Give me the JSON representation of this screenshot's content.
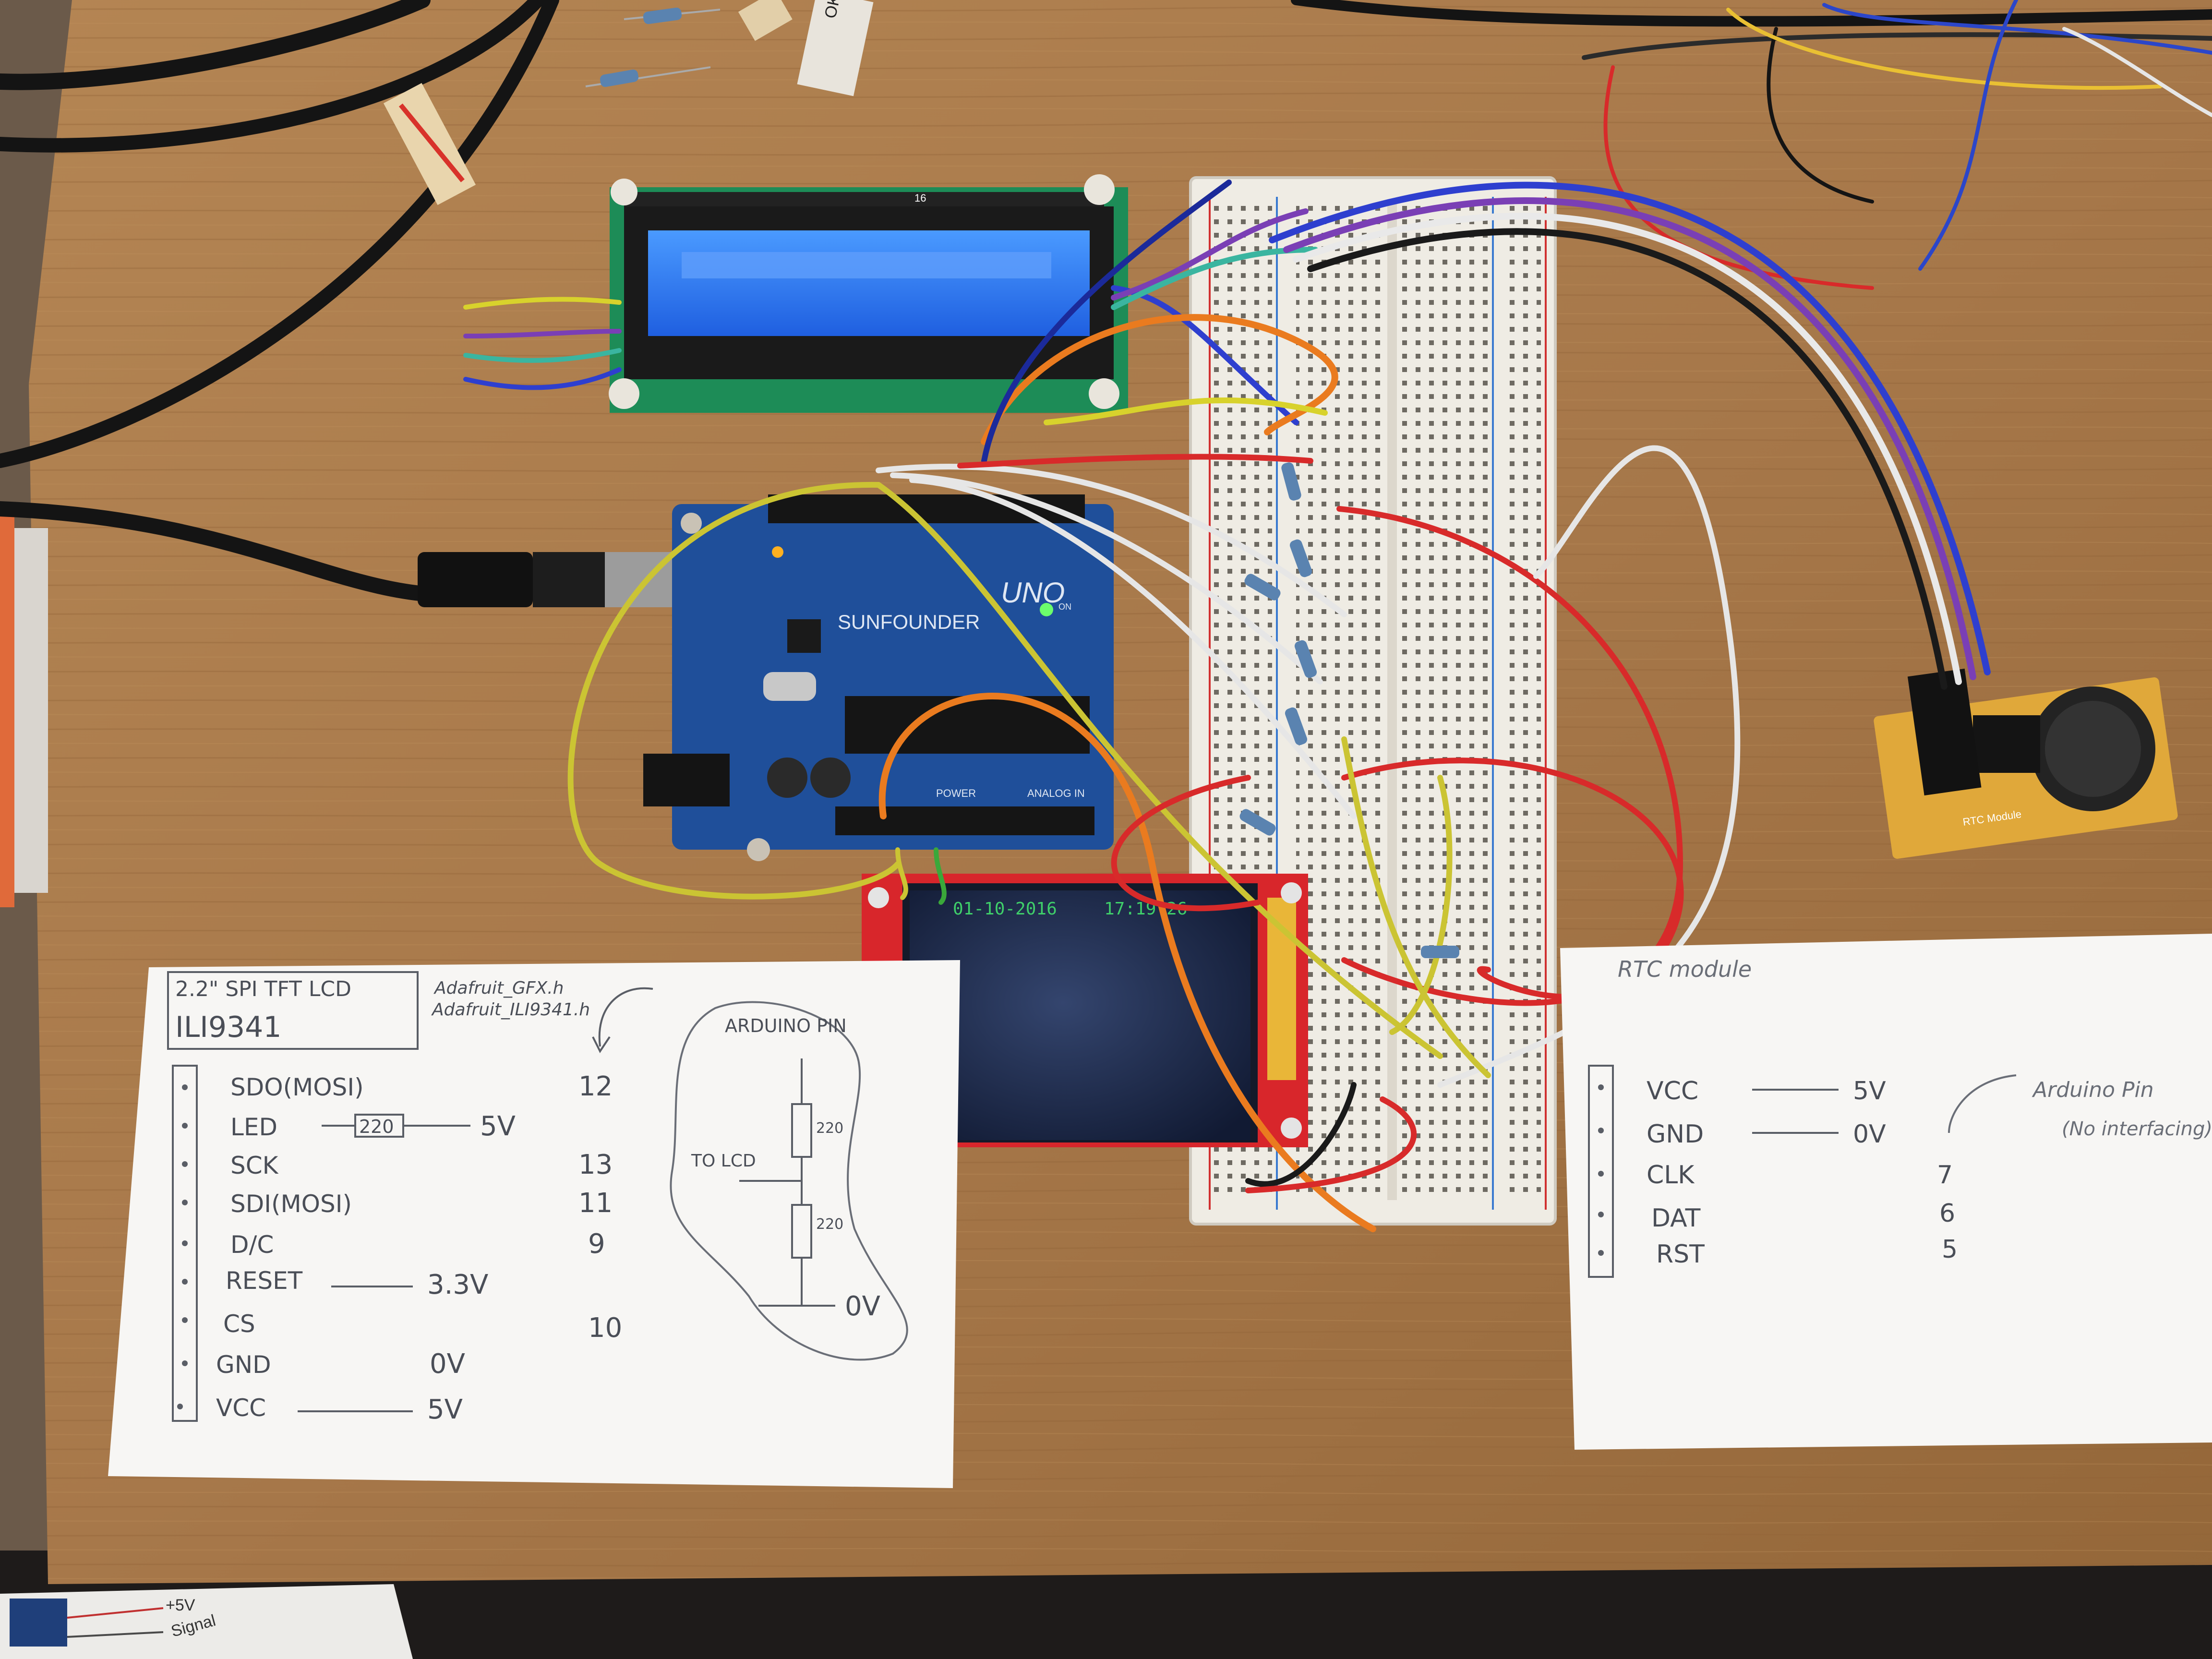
{
  "scene": {
    "lcd1602": {
      "pin_label": "16"
    },
    "arduino": {
      "brand": "SUNFOUNDER",
      "model": "UNO",
      "power_label": "POWER",
      "analog_label": "ANALOG IN",
      "on_label": "ON"
    },
    "tft": {
      "date": "01-10-2016",
      "time": "17:19:26"
    },
    "rtc": {
      "board_label": "RTC Module"
    },
    "top_strip": {
      "text": "OK"
    },
    "bottom_strip": {
      "line1": "+5V",
      "line2": "Signal"
    }
  },
  "tft_card": {
    "title_line1": "2.2\" SPI TFT LCD",
    "title_line2": "ILI9341",
    "lib1": "Adafruit_GFX.h",
    "lib2": "Adafruit_ILI9341.h",
    "pins": [
      {
        "name": "SDO(MOSI)",
        "note": "",
        "value": "12"
      },
      {
        "name": "LED",
        "note": "220",
        "value": "5V"
      },
      {
        "name": "SCK",
        "note": "",
        "value": "13"
      },
      {
        "name": "SDI(MOSI)",
        "note": "",
        "value": "11"
      },
      {
        "name": "D/C",
        "note": "",
        "value": "9"
      },
      {
        "name": "RESET",
        "note": "",
        "value": "3.3V"
      },
      {
        "name": "CS",
        "note": "",
        "value": "10"
      },
      {
        "name": "GND",
        "note": "",
        "value": "0V"
      },
      {
        "name": "VCC",
        "note": "",
        "value": "5V"
      }
    ],
    "divider": {
      "label": "ARDUINO PIN",
      "r1": "220",
      "r2": "220",
      "to": "TO LCD",
      "ground": "0V"
    }
  },
  "rtc_card": {
    "title": "RTC module",
    "note_line1": "Arduino Pin",
    "note_line2": "(No interfacing)",
    "pins": [
      {
        "name": "VCC",
        "value": "5V"
      },
      {
        "name": "GND",
        "value": "0V"
      },
      {
        "name": "CLK",
        "value": "7"
      },
      {
        "name": "DAT",
        "value": "6"
      },
      {
        "name": "RST",
        "value": "5"
      }
    ]
  },
  "colors": {
    "desk": "#a7784a",
    "lcd_backlight": "#2f7dff",
    "arduino_pcb": "#1f4f9a",
    "tft_pcb": "#d8262b",
    "rtc_pcb": "#e0a83a"
  }
}
